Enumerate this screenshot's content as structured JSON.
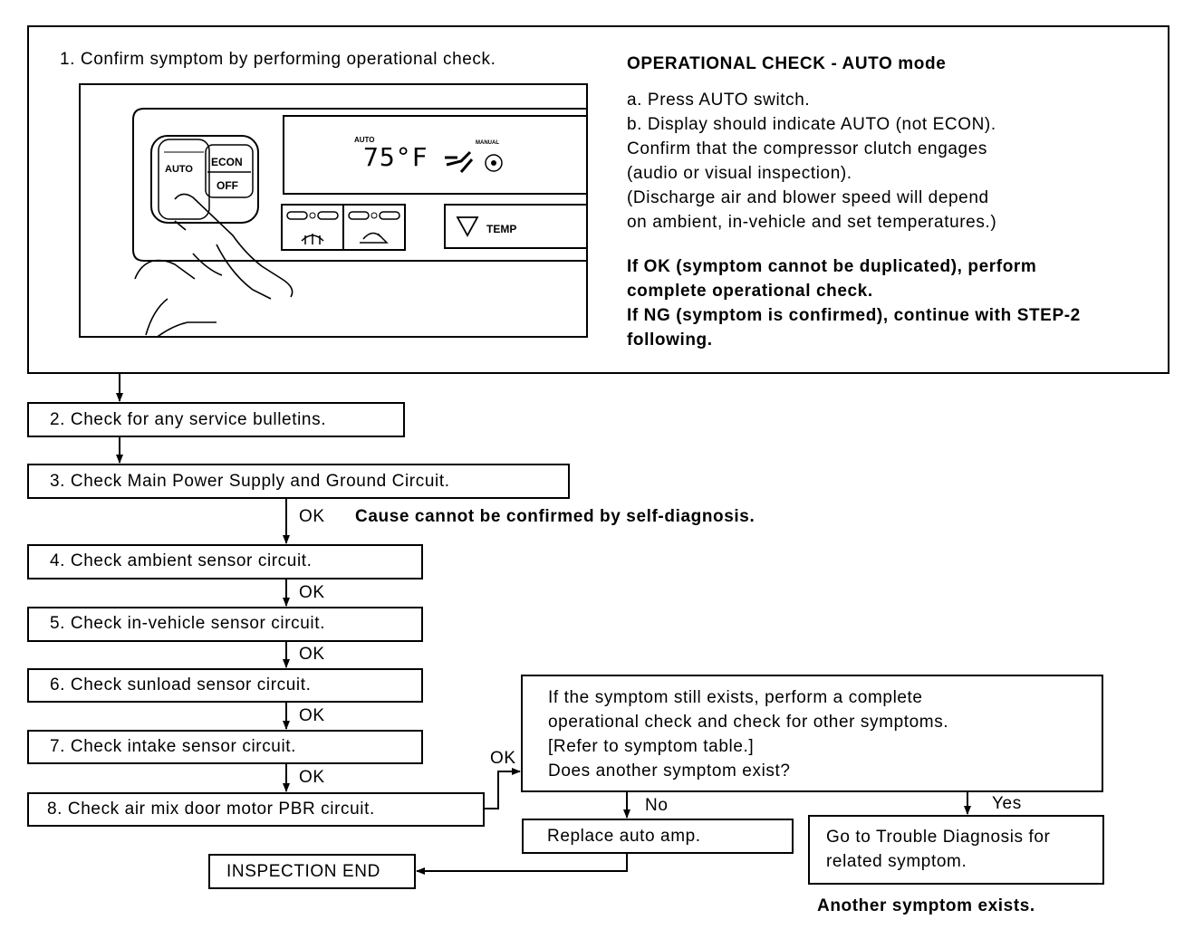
{
  "step1": {
    "label": "1. Confirm symptom by performing operational check.",
    "panel": {
      "auto_btn": "AUTO",
      "econ_btn": "ECON",
      "off_btn": "OFF",
      "lcd_auto": "AUTO",
      "lcd_temp": "75°F",
      "lcd_manual": "MANUAL",
      "temp_btn": "TEMP"
    },
    "check_title": "OPERATIONAL CHECK - AUTO mode",
    "check_lines": [
      "a. Press AUTO switch.",
      "b. Display should indicate AUTO (not ECON).",
      "Confirm that the compressor clutch engages",
      "(audio or visual inspection).",
      "(Discharge air and blower speed will depend",
      "on ambient, in-vehicle and set temperatures.)"
    ],
    "result_lines": [
      "If OK (symptom cannot be duplicated), perform",
      "complete operational check.",
      "If NG (symptom is confirmed), continue with STEP-2",
      "following."
    ]
  },
  "steps": {
    "s2": "2. Check for any service bulletins.",
    "s3": "3. Check Main Power Supply and Ground Circuit.",
    "s4": "4. Check ambient sensor circuit.",
    "s5": "5. Check in-vehicle sensor circuit.",
    "s6": "6. Check sunload sensor circuit.",
    "s7": "7. Check intake sensor circuit.",
    "s8": "8. Check air mix door motor PBR circuit."
  },
  "labels": {
    "ok": "OK",
    "no": "No",
    "yes": "Yes",
    "cause_note": "Cause cannot be confirmed by self-diagnosis.",
    "another_symptom": "Another symptom exists."
  },
  "symptom_box": [
    "If the symptom still exists, perform a complete",
    "operational check and check for other symptoms.",
    "[Refer to symptom table.]",
    "Does another symptom exist?"
  ],
  "replace": "Replace auto amp.",
  "goto_lines": [
    "Go to Trouble Diagnosis for",
    "related symptom."
  ],
  "end": "INSPECTION END"
}
